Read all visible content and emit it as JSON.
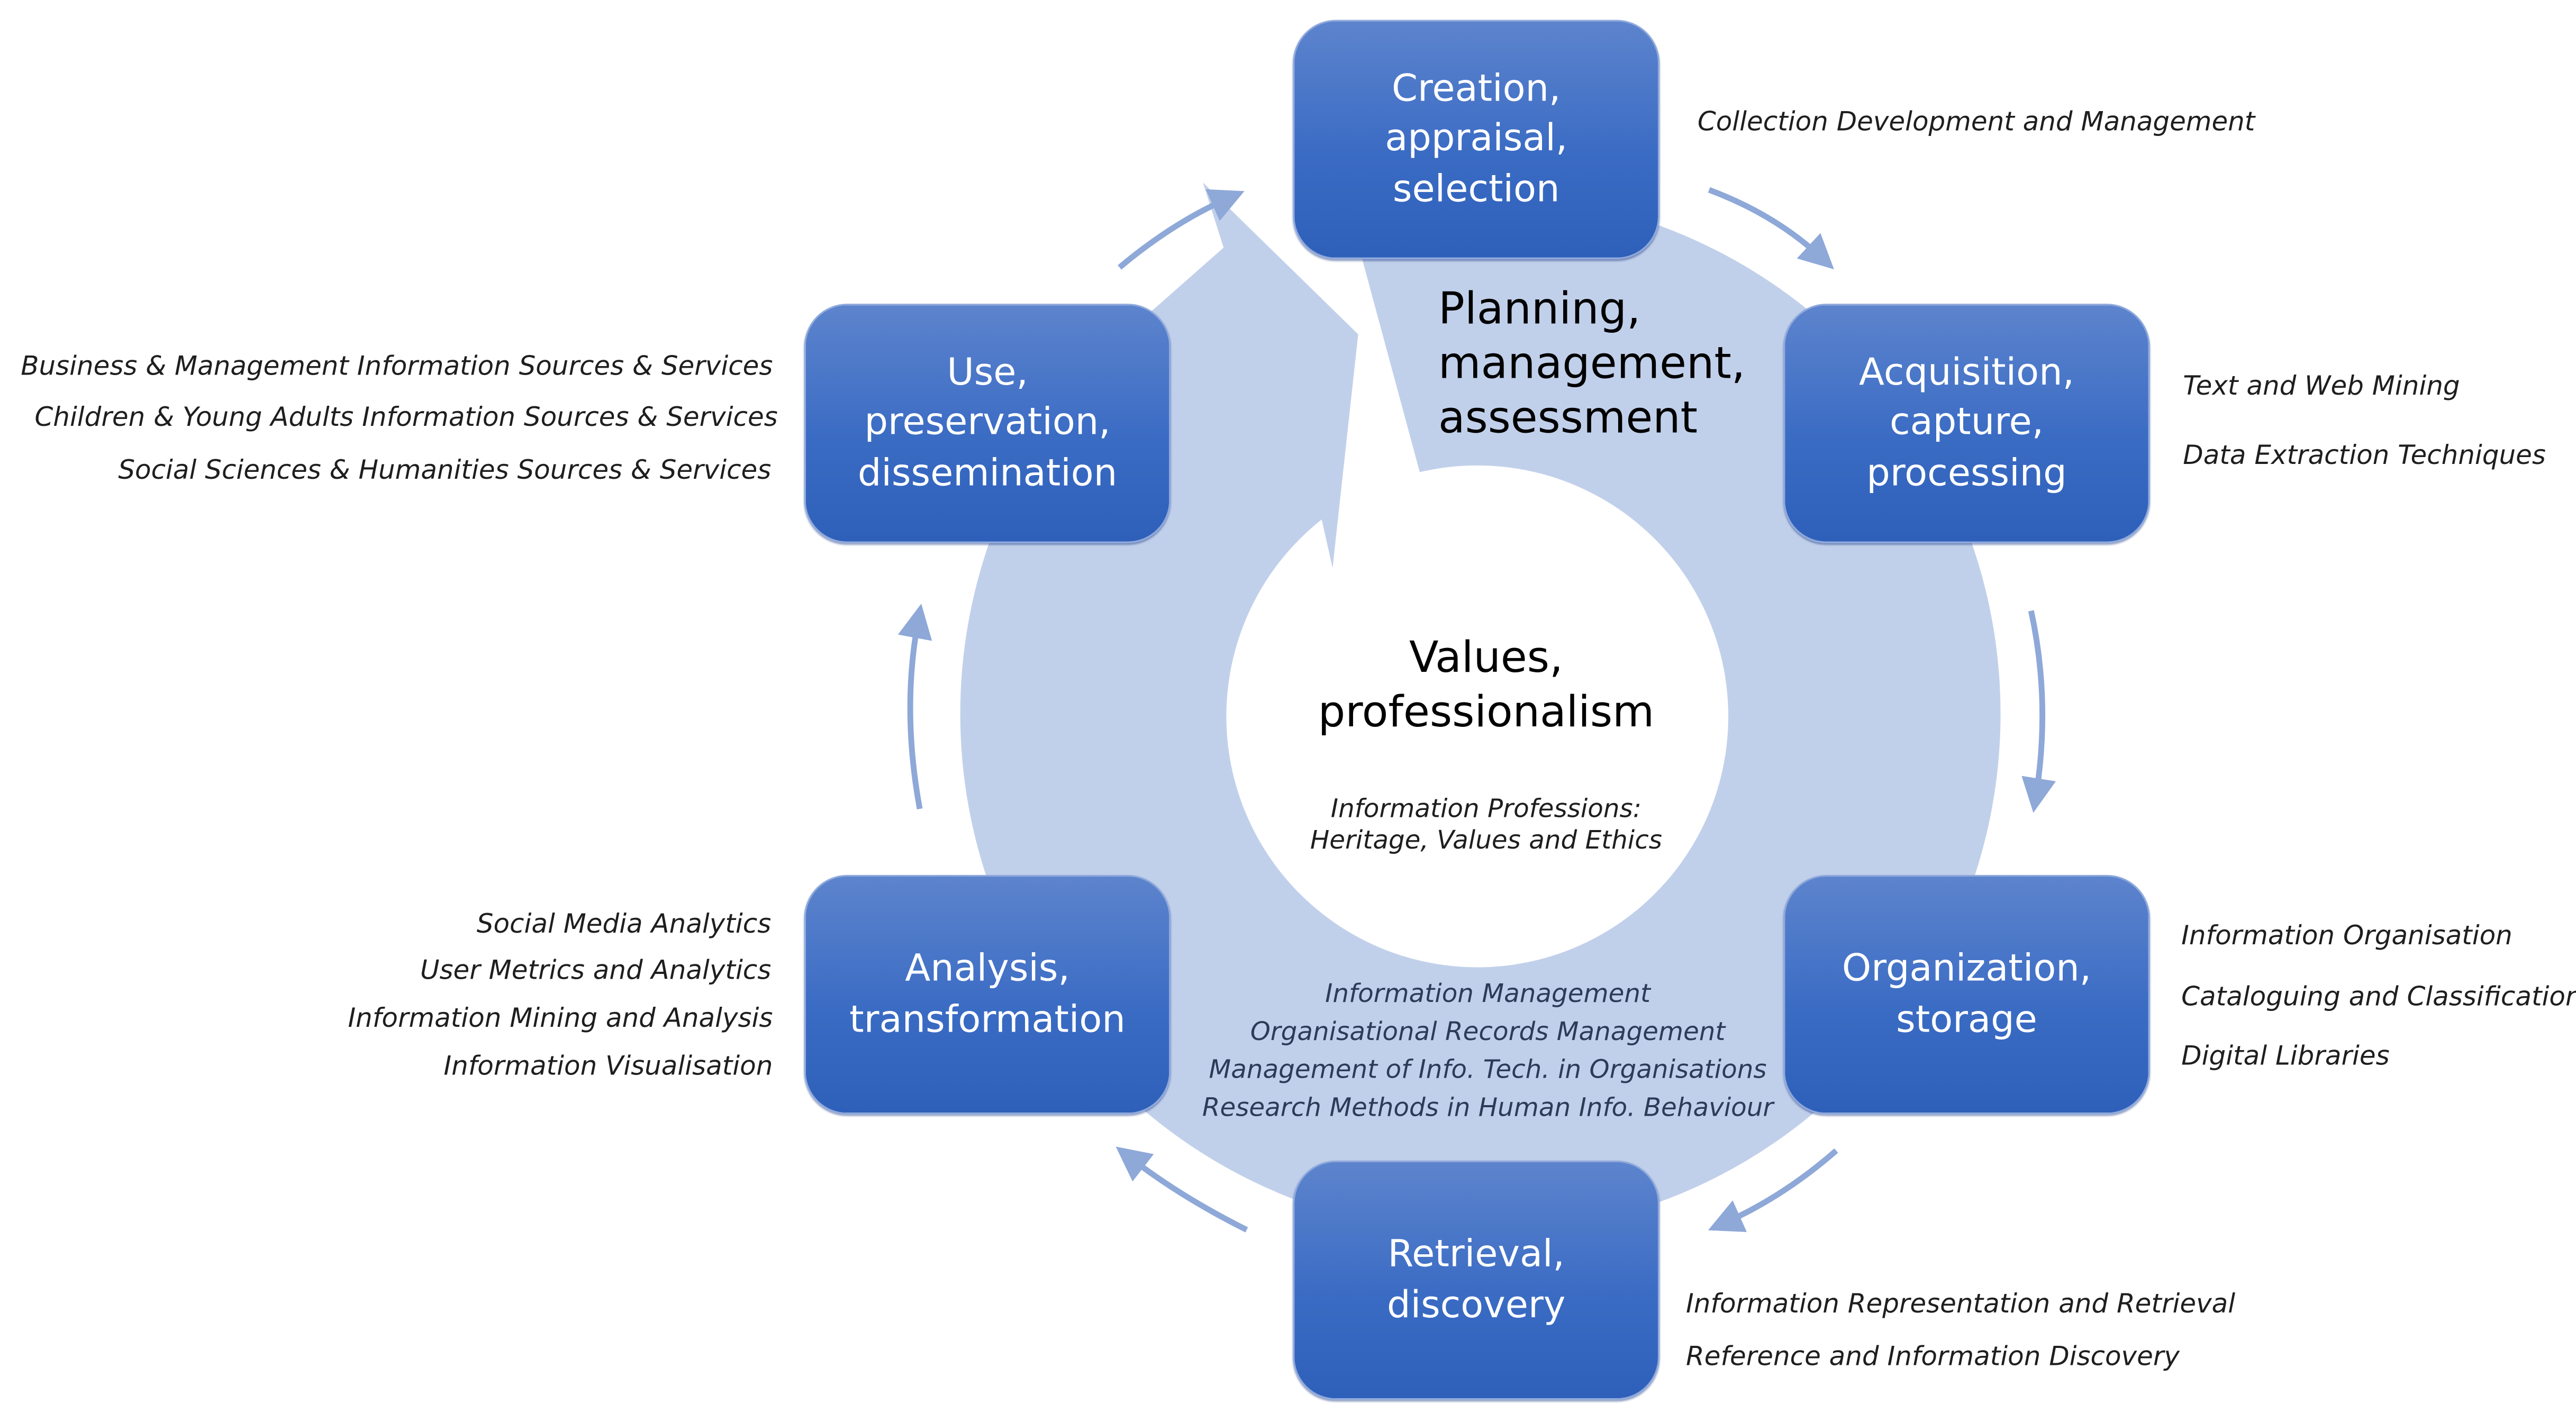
{
  "colors": {
    "ring": "#c1d0ea",
    "box_top": "#5d84cd",
    "box_bottom": "#2e60ba",
    "arrow": "#8ea8d8"
  },
  "stages": {
    "creation": {
      "lines": [
        "Creation,",
        "appraisal,",
        "selection"
      ],
      "topics": [
        "Collection Development and Management"
      ]
    },
    "acquisition": {
      "lines": [
        "Acquisition,",
        "capture,",
        "processing"
      ],
      "topics": [
        "Text and Web Mining",
        "Data Extraction Techniques"
      ]
    },
    "organization": {
      "lines": [
        "Organization,",
        "storage"
      ],
      "topics": [
        "Information Organisation",
        "Cataloguing and Classification",
        "Digital Libraries"
      ]
    },
    "retrieval": {
      "lines": [
        "Retrieval,",
        "discovery"
      ],
      "topics": [
        "Information Representation and Retrieval",
        "Reference and Information Discovery"
      ]
    },
    "analysis": {
      "lines": [
        "Analysis,",
        "transformation"
      ],
      "topics": [
        "Social Media Analytics",
        "User Metrics and Analytics",
        "Information Mining and Analysis",
        "Information Visualisation"
      ]
    },
    "use": {
      "lines": [
        "Use,",
        "preservation,",
        "dissemination"
      ],
      "topics": [
        "Business & Management Information Sources & Services",
        "Children & Young Adults Information Sources & Services",
        "Social Sciences & Humanities Sources & Services"
      ]
    }
  },
  "ring": {
    "lines": [
      "Planning,",
      "management,",
      "assessment"
    ],
    "topics": [
      "Information Management",
      "Organisational Records Management",
      "Management of Info. Tech. in Organisations",
      "Research Methods in Human Info. Behaviour"
    ]
  },
  "core": {
    "lines": [
      "Values,",
      "professionalism"
    ],
    "topics": [
      "Information Professions:",
      "Heritage, Values and Ethics"
    ]
  }
}
